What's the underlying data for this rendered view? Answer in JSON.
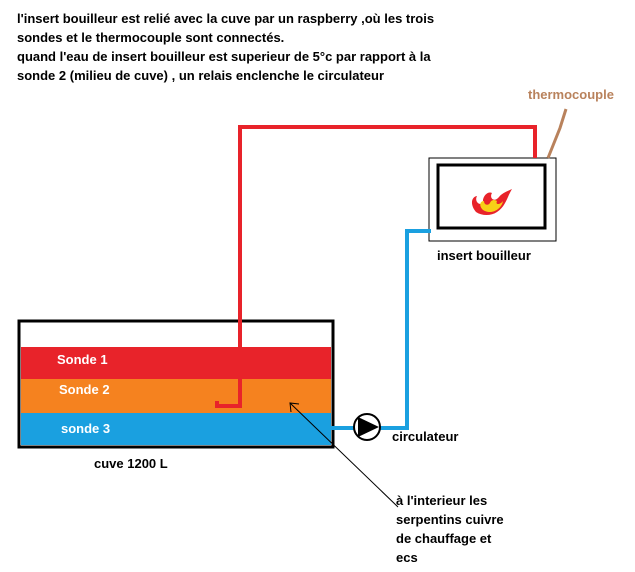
{
  "description": {
    "lines": [
      "l'insert bouilleur est relié avec la cuve par un raspberry ,où les trois",
      "sondes et le thermocouple sont connectés.",
      "quand l'eau de insert bouilleur est superieur de 5°c par rapport à la",
      "sonde 2 (milieu de cuve) , un relais enclenche le circulateur"
    ]
  },
  "labels": {
    "thermocouple": "thermocouple",
    "insert": "insert bouilleur",
    "sonde1": "Sonde 1",
    "sonde2": "Sonde 2",
    "sonde3": "sonde 3",
    "cuve": "cuve 1200 L",
    "circulateur": "circulateur"
  },
  "note": {
    "lines": [
      "à l'interieur les",
      "serpentins cuivre",
      "de chauffage et",
      "ecs"
    ]
  },
  "colors": {
    "hot_pipe": "#e8232a",
    "cold_pipe": "#1aa0e0",
    "sonde1_band": "#e8232a",
    "sonde2_band": "#f5821f",
    "sonde3_band": "#1aa0e0",
    "thermocouple": "#b9825c",
    "flame_red": "#e8232a",
    "flame_yellow": "#f7d117"
  }
}
